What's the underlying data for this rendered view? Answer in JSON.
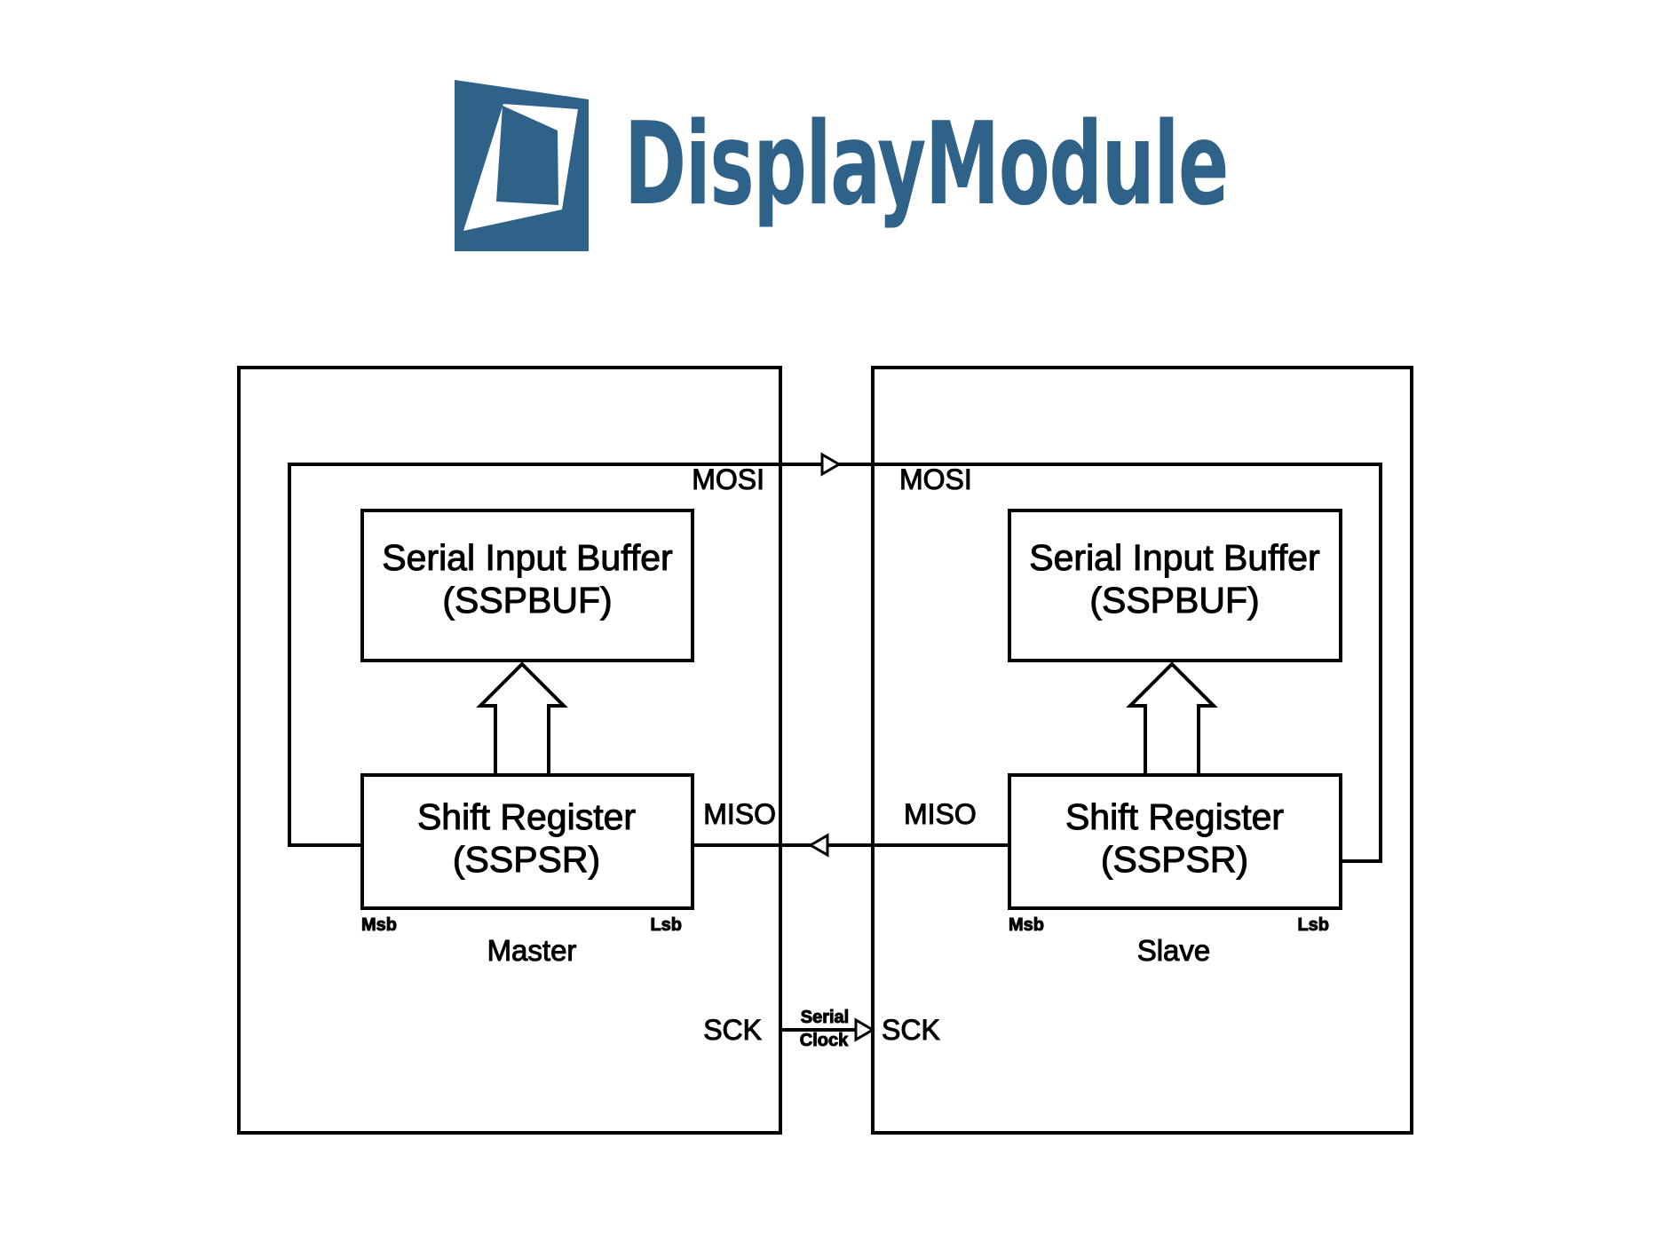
{
  "logo": {
    "text": "DisplayModule",
    "color": "#2e6288"
  },
  "diagram": {
    "line_color": "#000000",
    "background": "#ffffff",
    "master": {
      "title": "Master",
      "buffer_box": {
        "line1": "Serial Input Buffer",
        "line2": "(SSPBUF)"
      },
      "shift_box": {
        "line1": "Shift Register",
        "line2": "(SSPSR)"
      },
      "msb": "Msb",
      "lsb": "Lsb",
      "mosi": "MOSI",
      "miso": "MISO",
      "sck": "SCK"
    },
    "slave": {
      "title": "Slave",
      "buffer_box": {
        "line1": "Serial Input Buffer",
        "line2": "(SSPBUF)"
      },
      "shift_box": {
        "line1": "Shift Register",
        "line2": "(SSPSR)"
      },
      "msb": "Msb",
      "lsb": "Lsb",
      "mosi": "MOSI",
      "miso": "MISO",
      "sck": "SCK"
    },
    "clock_label": {
      "line1": "Serial",
      "line2": "Clock"
    }
  }
}
